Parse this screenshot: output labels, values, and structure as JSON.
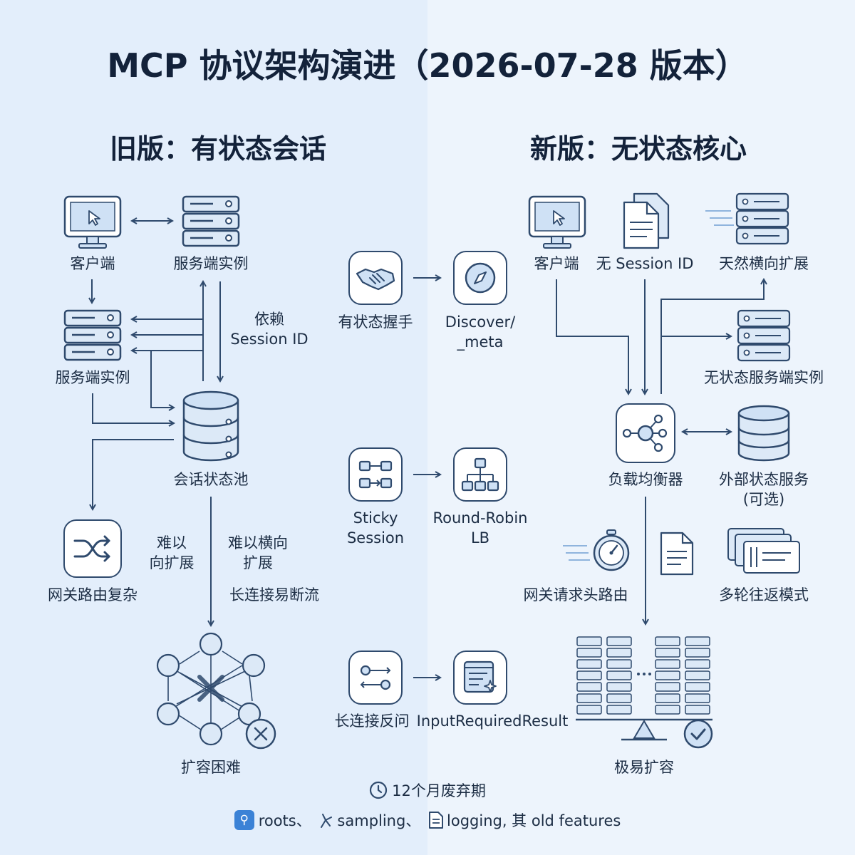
{
  "title": "MCP 协议架构演进（2026-07-28 版本）",
  "left": {
    "heading": "旧版：有状态会话",
    "client": "客户端",
    "server_top": "服务端实例",
    "server_mid": "服务端实例",
    "depends_line1": "依赖",
    "depends_line2": "Session ID",
    "session_pool": "会话状态池",
    "gateway": "网关路由复杂",
    "hard_scale_a_line1": "难以",
    "hard_scale_a_line2": "向扩展",
    "hard_scale_b_line1": "难以横向",
    "hard_scale_b_line2": "扩展",
    "long_conn": "长连接易断流",
    "scale_hard": "扩容困难"
  },
  "middle": {
    "row1_from": "有状态握手",
    "row1_to_line1": "Discover/",
    "row1_to_line2": "_meta",
    "row2_from_line1": "Sticky",
    "row2_from_line2": "Session",
    "row2_to_line1": "Round-Robin",
    "row2_to_line2": "LB",
    "row3_from": "长连接反问",
    "row3_to": "InputRequiredResult"
  },
  "right": {
    "heading": "新版：无状态核心",
    "client": "客户端",
    "no_session": "无 Session ID",
    "natural_scale": "天然横向扩展",
    "stateless_server": "无状态服务端实例",
    "load_balancer": "负载均衡器",
    "ext_state_line1": "外部状态服务",
    "ext_state_line2": "(可选)",
    "gateway_header": "网关请求头路由",
    "multi_round": "多轮往返模式",
    "easy_scale": "极易扩容"
  },
  "footer": {
    "deprecation": "12个月废弃期",
    "roots": "roots、",
    "sampling": "sampling、",
    "logging": "logging, 其 old features"
  },
  "colors": {
    "stroke": "#2f4a6d",
    "fill_light": "#cfe1f5",
    "accent": "#3b82d6",
    "background_left": "#e3eefb",
    "background_right": "#edf4fc"
  }
}
